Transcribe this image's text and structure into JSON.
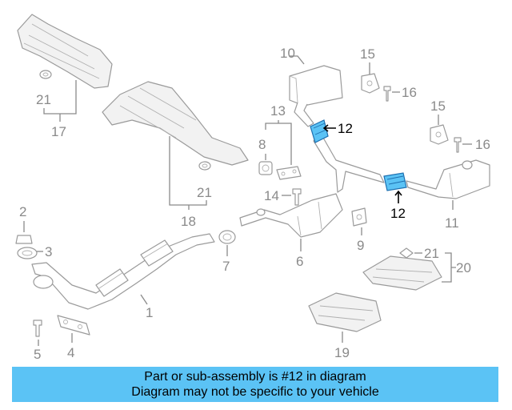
{
  "labels": {
    "n1": "1",
    "n2": "2",
    "n3": "3",
    "n4": "4",
    "n5": "5",
    "n6": "6",
    "n7": "7",
    "n8": "8",
    "n9": "9",
    "n10": "10",
    "n11": "11",
    "n12a": "12",
    "n12b": "12",
    "n13": "13",
    "n14": "14",
    "n15a": "15",
    "n15b": "15",
    "n16a": "16",
    "n16b": "16",
    "n17": "17",
    "n18": "18",
    "n19": "19",
    "n20": "20",
    "n21a": "21",
    "n21b": "21",
    "n21c": "21"
  },
  "banner": {
    "line1": "Part or sub-assembly is #12 in diagram",
    "line2": "Diagram may not be specific to your vehicle"
  },
  "colors": {
    "highlight": "#5bc3f5",
    "banner_bg": "#5bc3f5",
    "line": "#9a9a9a"
  }
}
